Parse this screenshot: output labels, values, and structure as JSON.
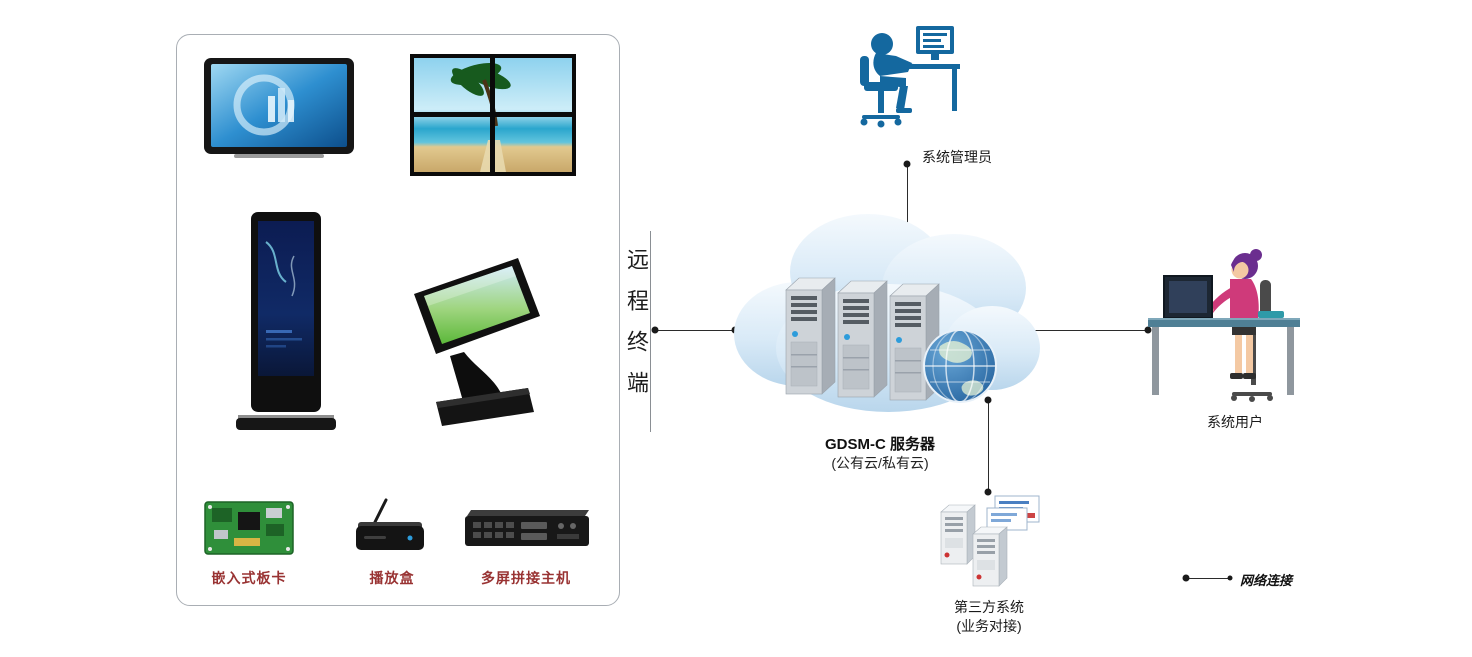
{
  "left_panel": {
    "hardware_labels": {
      "embedded_board": "嵌入式板卡",
      "player_box": "播放盒",
      "multi_screen_host": "多屏拼接主机"
    }
  },
  "remote_terminal": {
    "label": "远程终端"
  },
  "cloud": {
    "title": "GDSM-C 服务器",
    "subtitle": "(公有云/私有云)"
  },
  "admin": {
    "label": "系统管理员"
  },
  "user": {
    "label": "系统用户"
  },
  "third_party": {
    "title": "第三方系统",
    "subtitle": "(业务对接)"
  },
  "legend": {
    "label": "网络连接"
  },
  "colors": {
    "hardware_label": "#993333",
    "cloud_fill": "#c4ddf0",
    "admin_figure": "#14689f",
    "globe": "#2e75b6",
    "connector": "#2b2b2b",
    "woman_shirt": "#cf3a7a",
    "woman_hair": "#6b2e8f",
    "desk": "#4f7f95"
  }
}
